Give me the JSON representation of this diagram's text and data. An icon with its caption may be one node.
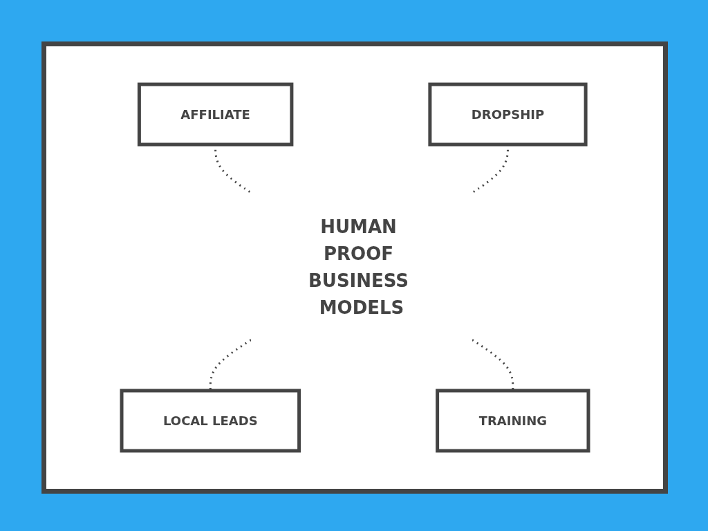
{
  "diagram": {
    "nodes": [
      {
        "text": [
          "AFFILIATE"
        ]
      },
      {
        "text": [
          "DROPSHIP"
        ]
      },
      {
        "text": [
          "HUMAN PROOF BUSINESS MODELS"
        ]
      },
      {
        "text": [
          "LOCAL LEADS"
        ]
      },
      {
        "text": [
          "TRAINING"
        ]
      }
    ],
    "edges": [
      {
        "from": 0,
        "to": 2,
        "arrow": "none",
        "style": "dashed"
      },
      {
        "from": 1,
        "to": 2,
        "arrow": "none",
        "style": "dashed"
      },
      {
        "from": 2,
        "to": 3,
        "arrow": "none",
        "style": "dashed"
      },
      {
        "from": 2,
        "to": 4,
        "arrow": "none",
        "style": "dashed"
      }
    ]
  }
}
